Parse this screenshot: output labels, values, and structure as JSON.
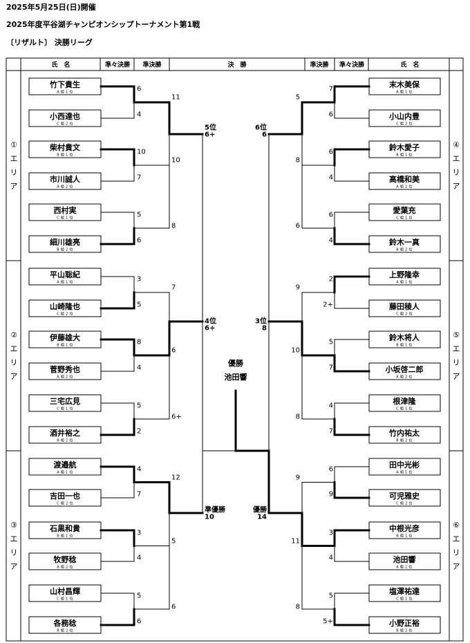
{
  "header": {
    "date_line": "2025年5月25日(日)開催",
    "event_title": "2025年度平谷湖チャンピオンシップトーナメント第1戦",
    "result_label": "〔リザルト〕 決勝リーグ"
  },
  "columns": {
    "name": "氏　名",
    "quarter": "準々決勝",
    "semi": "準決勝",
    "final": "決　勝"
  },
  "areas": [
    "①\nエ\nリ\nア",
    "②\nエ\nリ\nア",
    "③\nエ\nリ\nア",
    "④\nエ\nリ\nア",
    "⑤\nエ\nリ\nア",
    "⑥\nエ\nリ\nア"
  ],
  "left_players": [
    {
      "name": "竹下貴生",
      "rank": "A 組 1 位"
    },
    {
      "name": "小西達也",
      "rank": "C 組 2 位"
    },
    {
      "name": "柴村貴文",
      "rank": "B 組 1 位"
    },
    {
      "name": "市川誠人",
      "rank": "A 組 2 位"
    },
    {
      "name": "西村実",
      "rank": "C 組 1 位"
    },
    {
      "name": "細川雄亮",
      "rank": "B 組 2 位"
    },
    {
      "name": "平山聡紀",
      "rank": "A 組 1 位"
    },
    {
      "name": "山崎隆也",
      "rank": "C 組 2 位"
    },
    {
      "name": "伊藤雄大",
      "rank": "B 組 1 位"
    },
    {
      "name": "菅野秀也",
      "rank": "A 組 2 位"
    },
    {
      "name": "三宅広見",
      "rank": "C 組 1 位"
    },
    {
      "name": "酒井裕之",
      "rank": "B 組 2 位"
    },
    {
      "name": "渡邉航",
      "rank": "A 組 1 位"
    },
    {
      "name": "吉田一也",
      "rank": "C 組 2 位"
    },
    {
      "name": "石黒和貴",
      "rank": "B 組 1 位"
    },
    {
      "name": "牧野稔",
      "rank": "A 組 2 位"
    },
    {
      "name": "山村昌輝",
      "rank": "C 組 1 位"
    },
    {
      "name": "各務稔",
      "rank": "B 組 2 位"
    }
  ],
  "right_players": [
    {
      "name": "末木美保",
      "rank": "A 組 1 位"
    },
    {
      "name": "小山内豊",
      "rank": "C 組 2 位"
    },
    {
      "name": "鈴木愛子",
      "rank": "B 組 1 位"
    },
    {
      "name": "高橋和美",
      "rank": "A 組 2 位"
    },
    {
      "name": "愛葉充",
      "rank": "C 組 1 位"
    },
    {
      "name": "鈴木一真",
      "rank": "B 組 2 位"
    },
    {
      "name": "上野隆幸",
      "rank": "A 組 1 位"
    },
    {
      "name": "藤田稜人",
      "rank": "C 組 2 位"
    },
    {
      "name": "鈴木将人",
      "rank": "B 組 1 位"
    },
    {
      "name": "小坂啓二郎",
      "rank": "A 組 2 位"
    },
    {
      "name": "根津隆",
      "rank": "C 組 1 位"
    },
    {
      "name": "竹内祐太",
      "rank": "B 組 2 位"
    },
    {
      "name": "田中光彬",
      "rank": "A 組 1 位"
    },
    {
      "name": "可児雅史",
      "rank": "C 組 2 位"
    },
    {
      "name": "中根光彦",
      "rank": "B 組 1 位"
    },
    {
      "name": "池田響",
      "rank": "A 組 2 位"
    },
    {
      "name": "塩澤祐達",
      "rank": "C 組 1 位"
    },
    {
      "name": "小野正裕",
      "rank": "B 組 2 位"
    }
  ],
  "left_qf_scores": [
    "6",
    "4",
    "10",
    "7",
    "5",
    "6",
    "3",
    "5",
    "8",
    "4",
    "5",
    "2",
    "4",
    "7",
    "3",
    "4",
    "5",
    "6"
  ],
  "right_qf_scores": [
    "7",
    "6",
    "6",
    "4",
    "6",
    "4",
    "2",
    "2+",
    "5",
    "7",
    "4",
    "7",
    "6",
    "9",
    "3",
    "4",
    "5",
    "5+"
  ],
  "left_sf_scores": [
    "11",
    "10",
    "8",
    "7",
    "6",
    "6+",
    "12",
    "5",
    "6"
  ],
  "right_sf_scores": [
    "5",
    "8",
    "6",
    "9",
    "10",
    "8",
    "9",
    "11",
    "8"
  ],
  "left_final": [
    {
      "place": "5位",
      "score": "6+"
    },
    {
      "place": "4位",
      "score": "6+"
    },
    {
      "place": "準優勝",
      "score": "10"
    }
  ],
  "right_final": [
    {
      "place": "6位",
      "score": "6"
    },
    {
      "place": "3位",
      "score": "8"
    },
    {
      "place": "優勝",
      "score": "14"
    }
  ],
  "champion": {
    "label": "優勝",
    "name": "池田響"
  }
}
